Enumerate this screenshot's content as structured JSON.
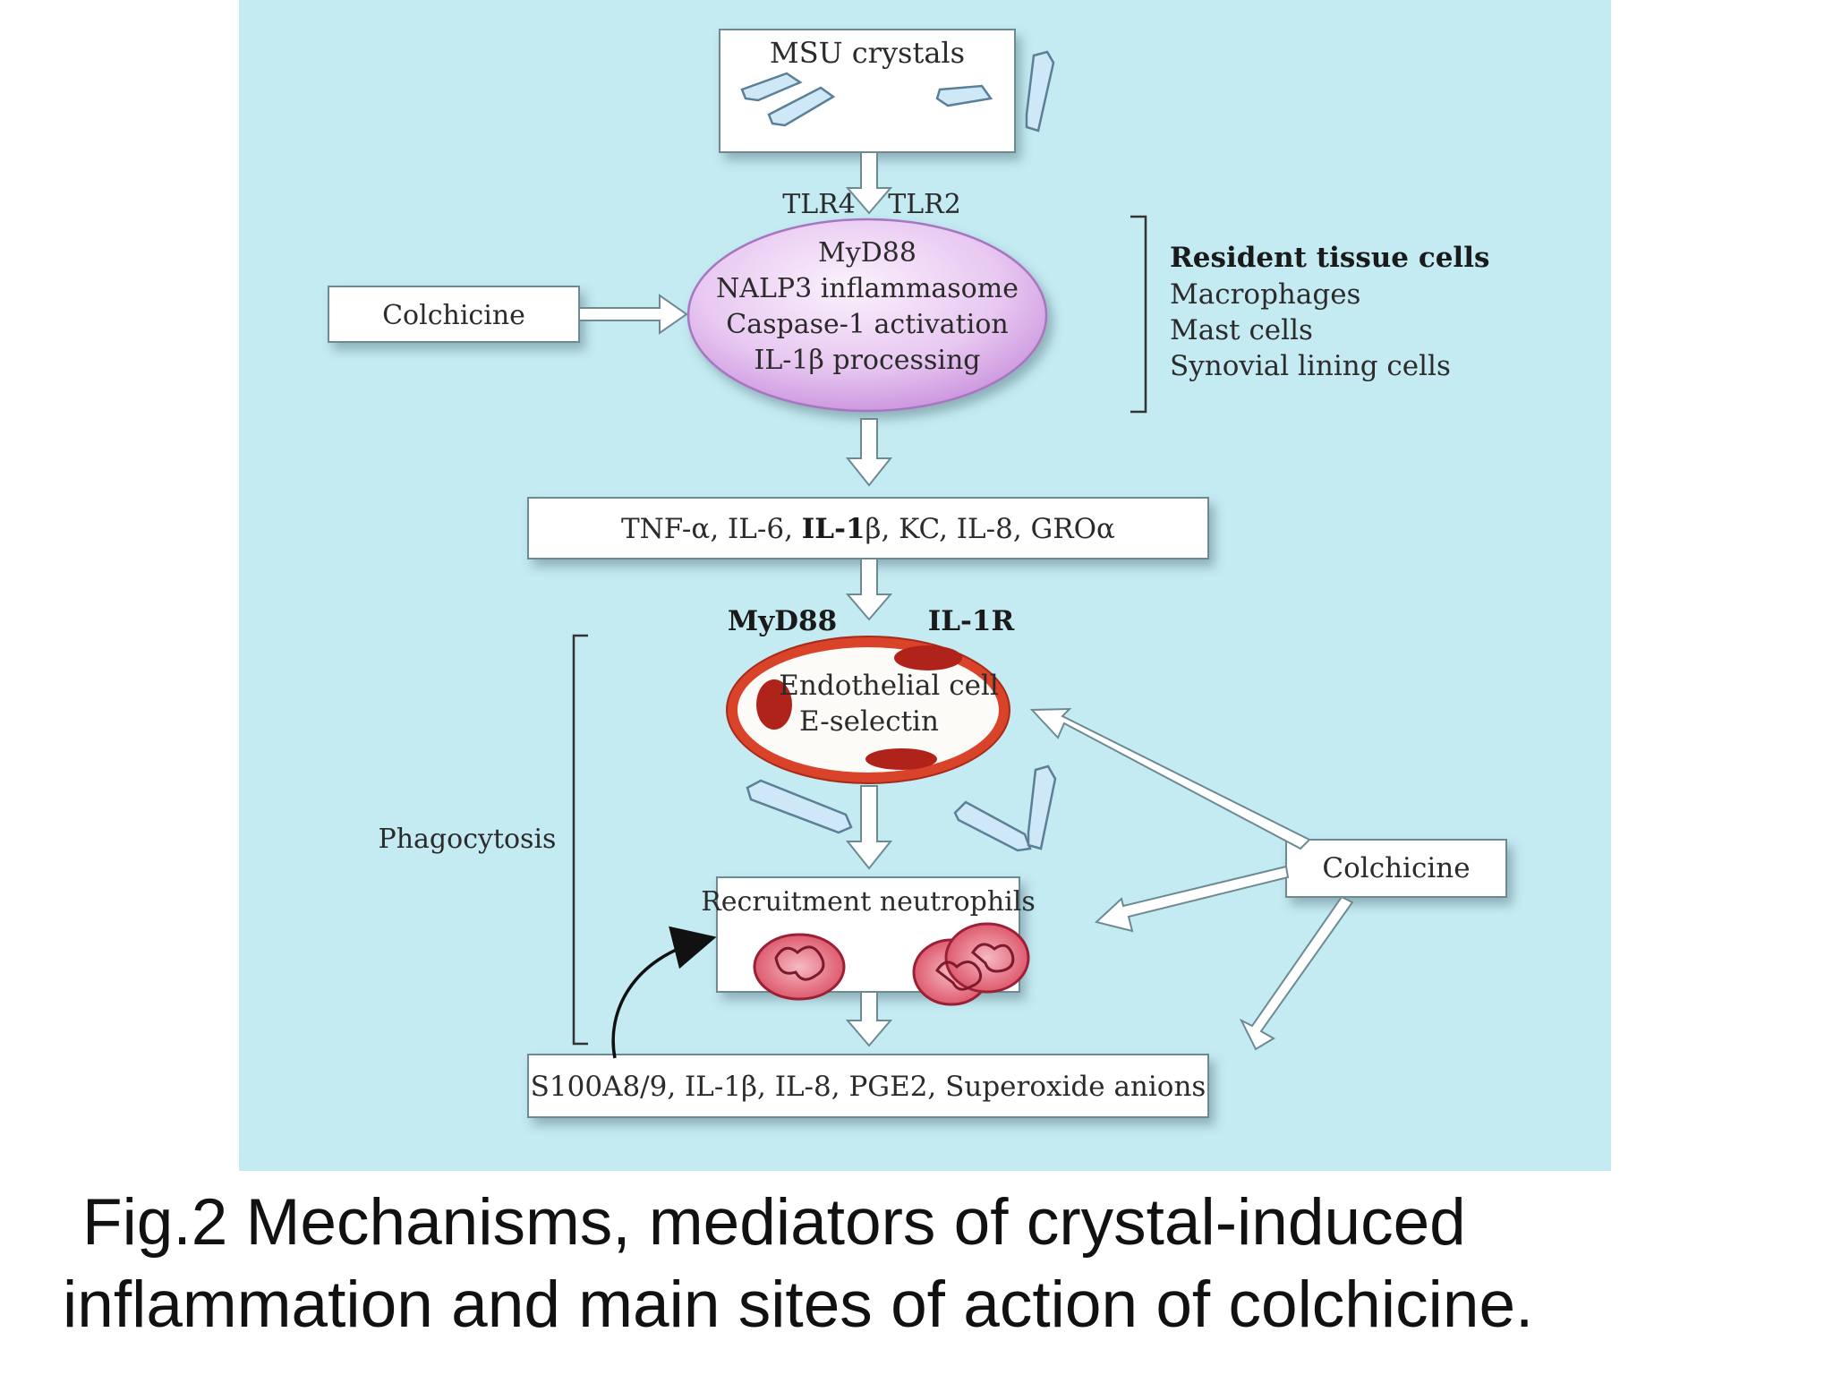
{
  "diagram": {
    "crystals_box": "MSU crystals",
    "receptors_top": [
      "TLR4",
      "TLR2"
    ],
    "inflammasome_lines": [
      "MyD88",
      "NALP3 inflammasome",
      "Caspase-1 activation",
      "IL-1β processing"
    ],
    "colchicine_left": "Colchicine",
    "resident_cells": {
      "title": "Resident tissue cells",
      "items": [
        "Macrophages",
        "Mast cells",
        "Synovial lining cells"
      ]
    },
    "cytokines": {
      "before": "TNF-α, IL-6, ",
      "bold": "IL-1",
      "after": "β, KC, IL-8, GROα"
    },
    "receptors_mid": [
      "MyD88",
      "IL-1R"
    ],
    "endothelial_lines": [
      "Endothelial cell",
      "E-selectin"
    ],
    "phagocytosis": "Phagocytosis",
    "colchicine_right": "Colchicine",
    "neutrophils_box": "Recruitment neutrophils",
    "mediators_box": "S100A8/9, IL-1β, IL-8, PGE2, Superoxide anions"
  },
  "caption": {
    "line1": "Fig.2 Mechanisms, mediators of crystal-induced",
    "line2": "inflammation and main sites of action of colchicine."
  },
  "colors": {
    "background": "#c4eaf2",
    "box_fill": "#ffffff",
    "ellipse_fill": "#e6c6f0",
    "endothelial_border": "#d8432a",
    "crystal_fill": "#cfe8f8"
  }
}
